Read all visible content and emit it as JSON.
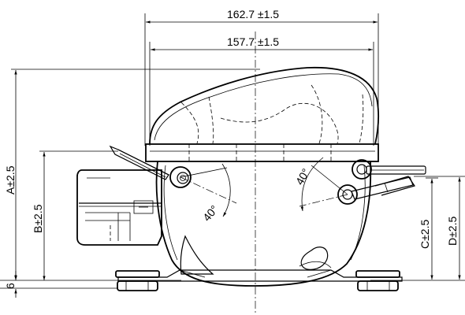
{
  "dimensions": {
    "overall_width": "162.7  ±1.5",
    "mount_width": "157.7  ±1.5",
    "height_a": "A±2.5",
    "height_b": "B±2.5",
    "height_c": "C±2.5",
    "height_d": "D±2.5",
    "foot": "6",
    "angle_left": "40°",
    "angle_right": "40°"
  }
}
